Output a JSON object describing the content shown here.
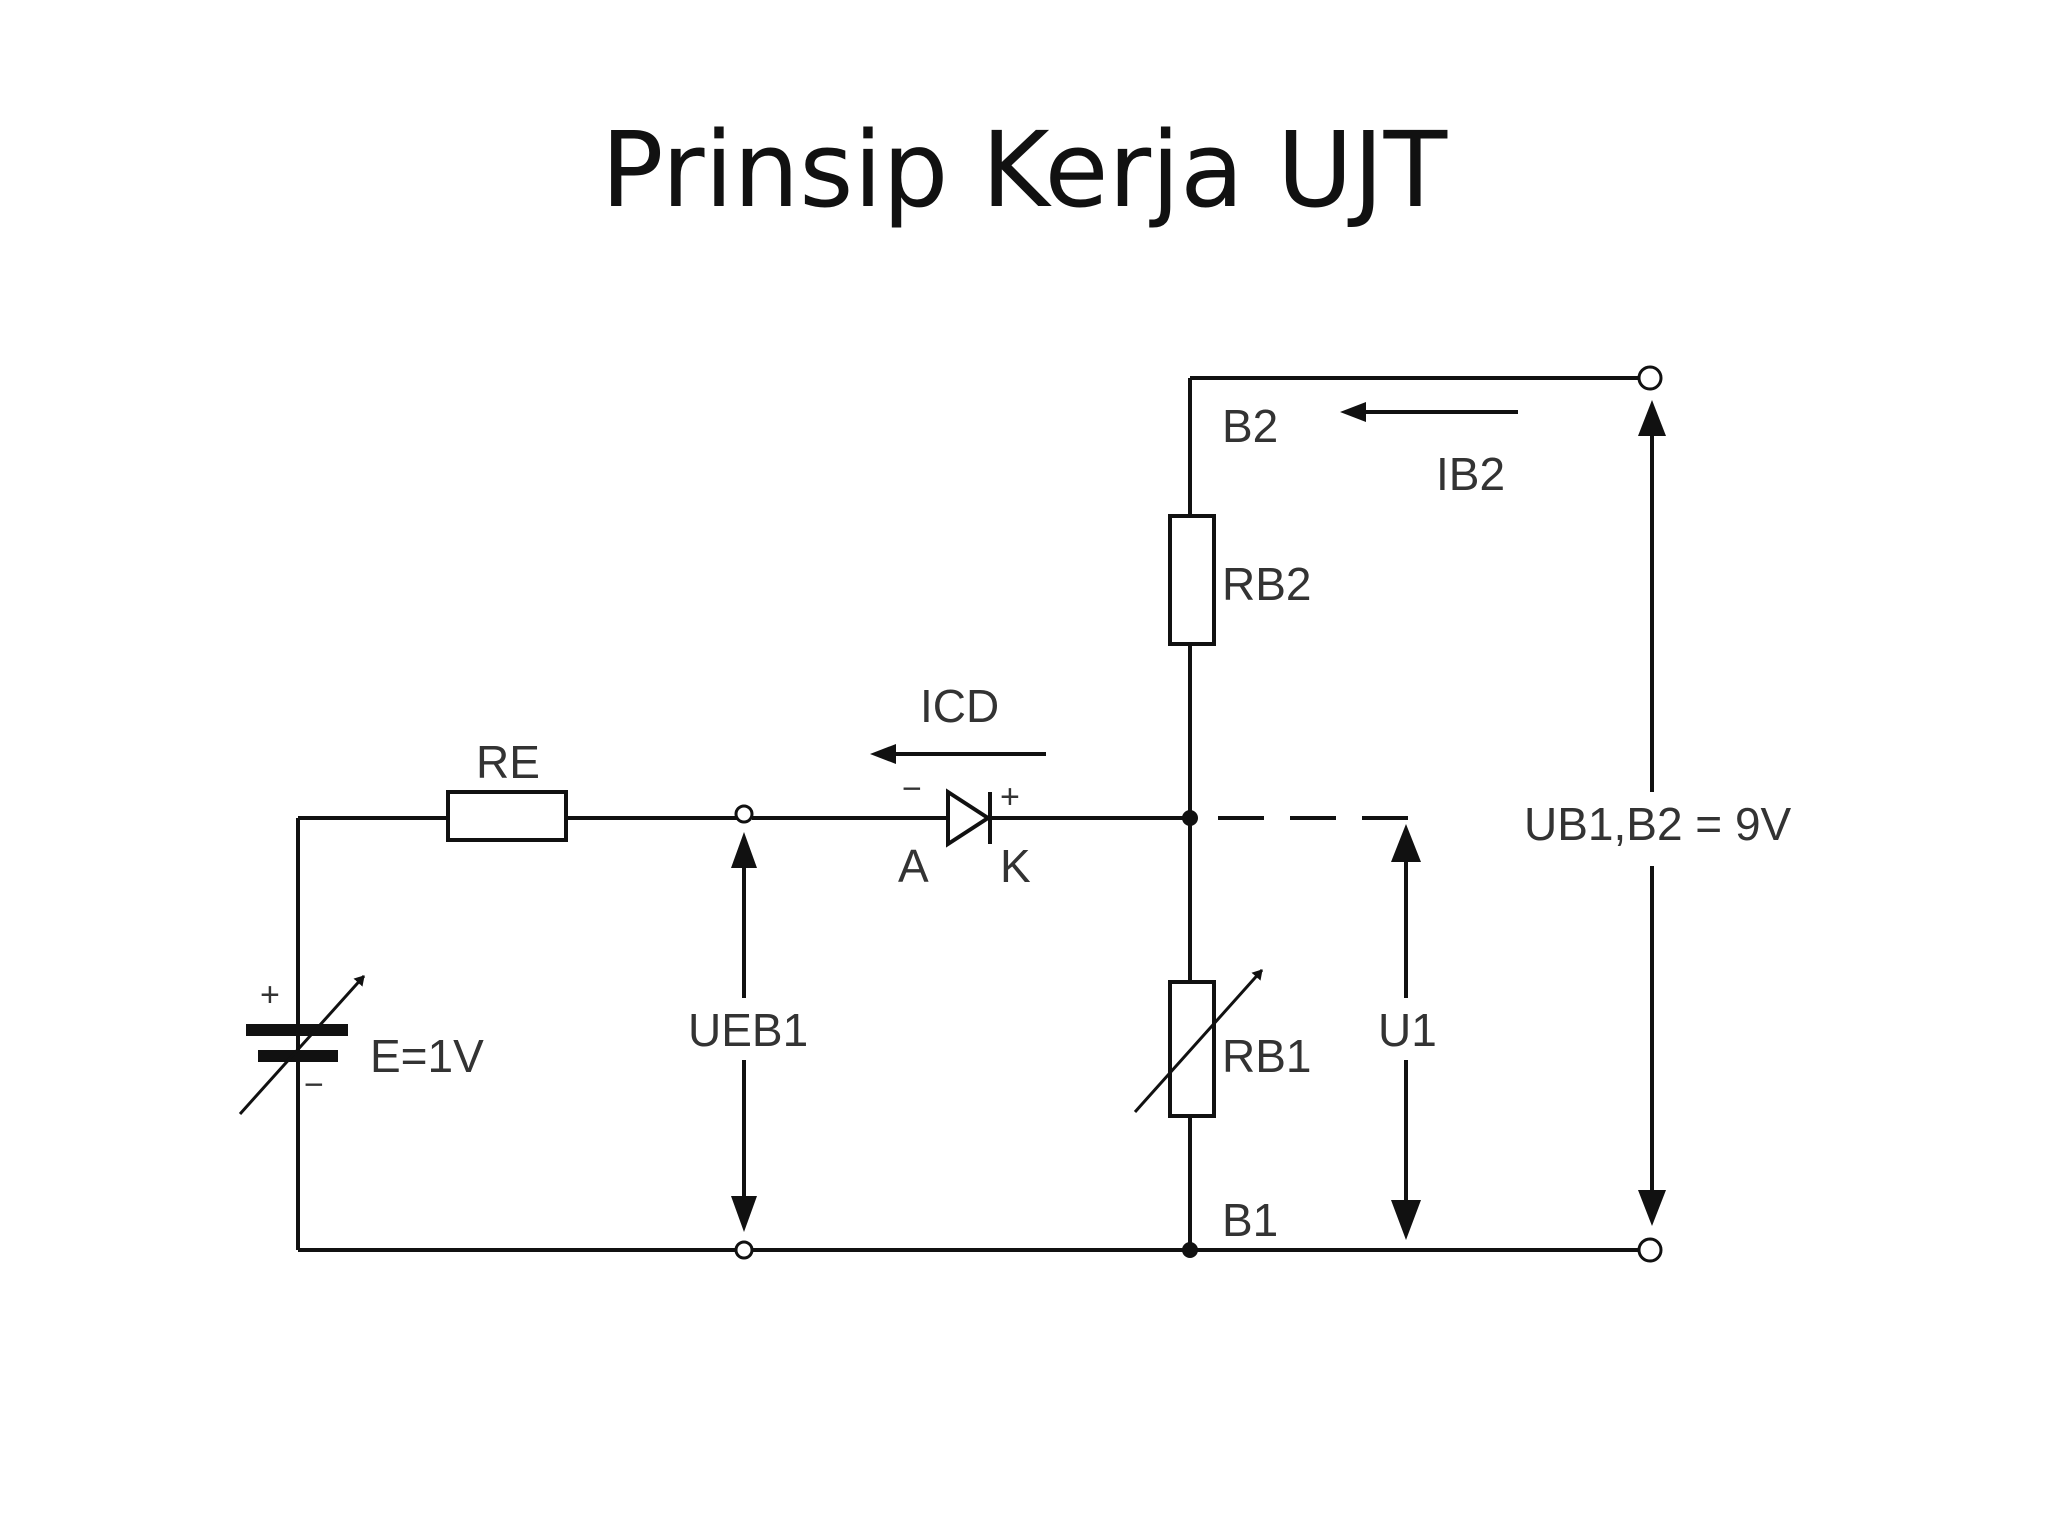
{
  "title": "Prinsip Kerja UJT",
  "labels": {
    "re": "RE",
    "icd": "ICD",
    "diode_minus": "−",
    "diode_plus": "+",
    "anode": "A",
    "cathode": "K",
    "b2": "B2",
    "ib2": "IB2",
    "rb2": "RB2",
    "rb1": "RB1",
    "b1": "B1",
    "ueb1": "UEB1",
    "u1": "U1",
    "ub1b2": "UB1,B2 = 9V",
    "battery_plus": "+",
    "battery_minus": "−",
    "source": "E=1V"
  }
}
